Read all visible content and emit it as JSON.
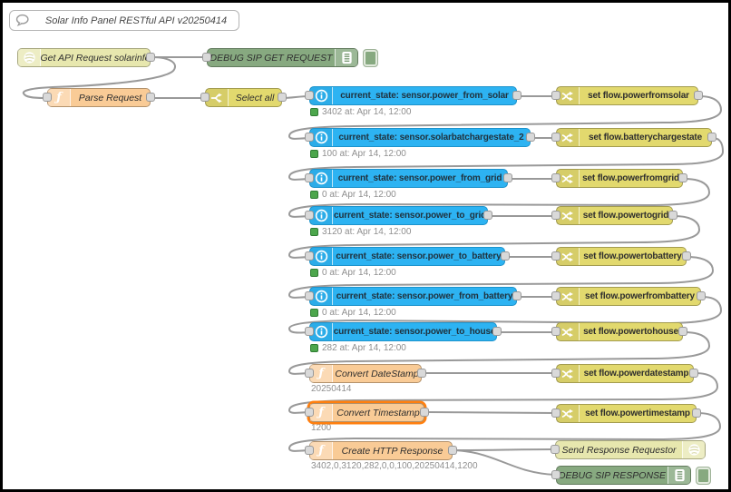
{
  "colors": {
    "http_node": "#e7e7ae",
    "debug_node": "#87a980",
    "function_node": "#f9cb96",
    "switch_change_node": "#e2d96e",
    "state_node": "#2db3f2",
    "wire": "#999999",
    "selected_outline": "#ff7f0e",
    "status_dot_green": "#4ca64c"
  },
  "comment": {
    "label": "Solar Info Panel RESTful API v20250414"
  },
  "http_in": {
    "label": "Get API Request solarinfo"
  },
  "debug_get": {
    "label": "DEBUG SIP GET REQUEST"
  },
  "parse": {
    "label": "Parse Request"
  },
  "select_all": {
    "label": "Select all"
  },
  "rows": [
    {
      "state_label": "current_state: sensor.power_from_solar",
      "status": "3402 at: Apr 14, 12:00",
      "set_label": "set flow.powerfromsolar"
    },
    {
      "state_label": "current_state: sensor.solarbatchargestate_2",
      "status": "100 at: Apr 14, 12:00",
      "set_label": "set flow.batterychargestate"
    },
    {
      "state_label": "current_state: sensor.power_from_grid",
      "status": "0 at: Apr 14, 12:00",
      "set_label": "set flow.powerfromgrid"
    },
    {
      "state_label": "current_state: sensor.power_to_grid",
      "status": "3120 at: Apr 14, 12:00",
      "set_label": "set flow.powertogrid"
    },
    {
      "state_label": "current_state: sensor.power_to_battery",
      "status": "0 at: Apr 14, 12:00",
      "set_label": "set flow.powertobattery"
    },
    {
      "state_label": "current_state: sensor.power_from_battery",
      "status": "0 at: Apr 14, 12:00",
      "set_label": "set flow.powerfrombattery"
    },
    {
      "state_label": "current_state: sensor.power_to_house",
      "status": "282 at: Apr 14, 12:00",
      "set_label": "set flow.powertohouse"
    }
  ],
  "converts": [
    {
      "label": "Convert DateStamp",
      "status": "20250414",
      "set_label": "set flow.powerdatestamp"
    },
    {
      "label": "Convert Timestamp",
      "status": "1200",
      "set_label": "set flow.powertimestamp"
    }
  ],
  "create_http": {
    "label": "Create HTTP Response",
    "status": "3402,0,3120,282,0,0,100,20250414,1200"
  },
  "send_response": {
    "label": "Send Response Requestor"
  },
  "debug_response": {
    "label": "DEBUG SIP RESPONSE"
  }
}
